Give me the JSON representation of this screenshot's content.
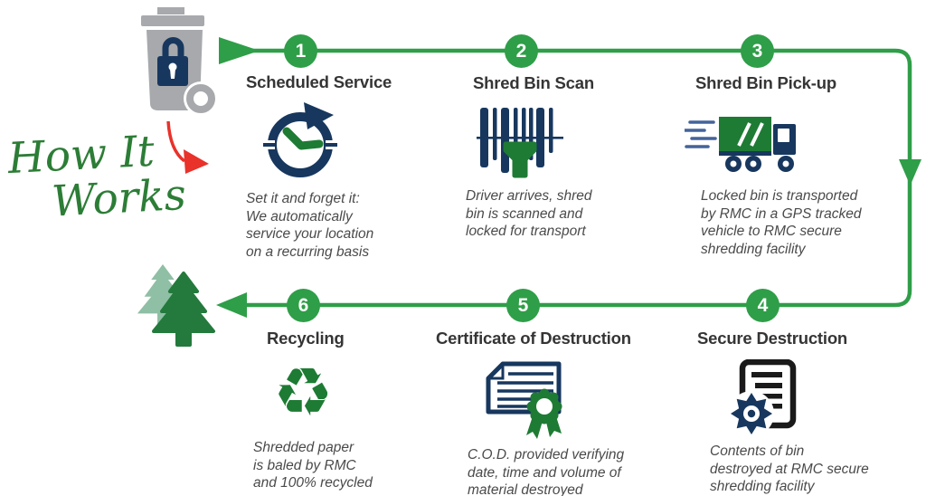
{
  "title": {
    "line1": "How It",
    "line2": "Works"
  },
  "colors": {
    "flow_green": "#2f9e48",
    "icon_dark_green": "#1e7b34",
    "icon_navy": "#17375e",
    "bin_grey": "#a7a9ac",
    "tree_light_green": "#8fbfa4",
    "arrow_red": "#e8322a",
    "heading_text": "#353535",
    "description_text": "#4a4a4a"
  },
  "icons": {
    "recycle_glyph": "♻"
  },
  "steps": [
    {
      "number": "1",
      "title": "Scheduled Service",
      "icon": "clock-icon",
      "description": "Set it and forget it:\nWe automatically\nservice your location\non a recurring basis"
    },
    {
      "number": "2",
      "title": "Shred Bin Scan",
      "icon": "barcode-scan-icon",
      "description": "Driver arrives, shred\nbin is scanned and\nlocked for transport"
    },
    {
      "number": "3",
      "title": "Shred Bin Pick-up",
      "icon": "truck-icon",
      "description": "Locked bin is transported\nby RMC in a GPS tracked\nvehicle to RMC secure\nshredding facility"
    },
    {
      "number": "4",
      "title": "Secure Destruction",
      "icon": "shredder-icon",
      "description": "Contents of bin\ndestroyed at RMC secure\nshredding facility"
    },
    {
      "number": "5",
      "title": "Certificate of Destruction",
      "icon": "certificate-icon",
      "description": "C.O.D. provided verifying\ndate, time and volume of\nmaterial destroyed"
    },
    {
      "number": "6",
      "title": "Recycling",
      "icon": "recycle-icon",
      "description": "Shredded paper\nis baled by RMC\nand 100% recycled"
    }
  ]
}
